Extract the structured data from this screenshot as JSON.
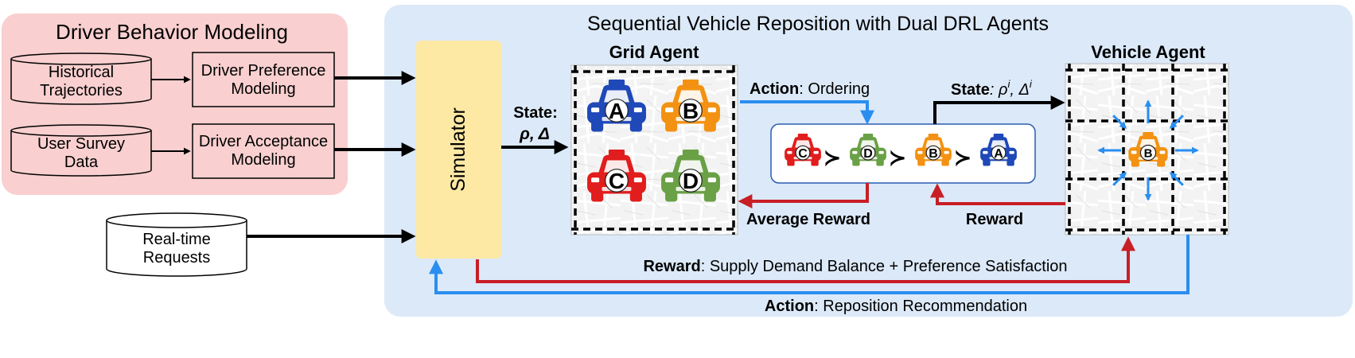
{
  "panels": {
    "left_title": "Driver Behavior Modeling",
    "right_title": "Sequential Vehicle Reposition with Dual DRL Agents"
  },
  "databases": {
    "historical": [
      "Historical",
      "Trajectories"
    ],
    "survey": [
      "User Survey",
      "Data"
    ],
    "realtime": [
      "Real-time",
      "Requests"
    ]
  },
  "models": {
    "preference": [
      "Driver Preference",
      "Modeling"
    ],
    "acceptance": [
      "Driver Acceptance",
      "Modeling"
    ]
  },
  "simulator": "Simulator",
  "state_left": {
    "label": "State:",
    "vars": "ρ, Δ"
  },
  "grid_agent": {
    "title": "Grid Agent",
    "cars": [
      {
        "letter": "A",
        "color": "#1f48b8"
      },
      {
        "letter": "B",
        "color": "#f39212"
      },
      {
        "letter": "C",
        "color": "#e11d1d"
      },
      {
        "letter": "D",
        "color": "#6aa046"
      }
    ]
  },
  "vehicle_agent": {
    "title": "Vehicle Agent",
    "car": {
      "letter": "B",
      "color": "#f39212"
    },
    "arrow_color": "#2a8ef0"
  },
  "ordering": {
    "cars": [
      {
        "letter": "C",
        "color": "#e11d1d"
      },
      {
        "letter": "D",
        "color": "#6aa046"
      },
      {
        "letter": "B",
        "color": "#f39212"
      },
      {
        "letter": "A",
        "color": "#1f48b8"
      }
    ],
    "separator": "≻"
  },
  "labels": {
    "action_ordering_bold": "Action",
    "action_ordering_rest": ": Ordering",
    "state_right_bold": "State",
    "state_right_rest": ": ρ",
    "state_right_sup1": "i",
    "state_right_mid": ", Δ",
    "state_right_sup2": "i",
    "average_reward": "Average Reward",
    "reward": "Reward",
    "reward_bottom_bold": "Reward",
    "reward_bottom_rest": ": Supply Demand Balance + Preference Satisfaction",
    "action_bottom_bold": "Action",
    "action_bottom_rest": ": Reposition Recommendation"
  },
  "colors": {
    "left_panel": "#f9cfcf",
    "right_panel": "#dce9f8",
    "simulator": "#fde8a4",
    "blue_arrow": "#2a8ef0",
    "red_arrow": "#c81e26",
    "black_arrow": "#000000"
  }
}
